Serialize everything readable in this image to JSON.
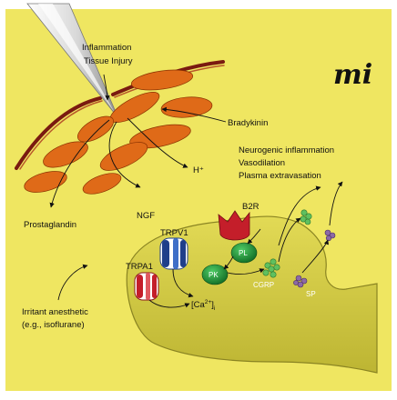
{
  "labels": {
    "inflammation": "Inflammation",
    "tissue_injury": "Tissue Injury",
    "bradykinin": "Bradykinin",
    "h_plus": "H⁺",
    "ngf": "NGF",
    "prostaglandin": "Prostaglandin",
    "neurogenic": "Neurogenic inflammation",
    "vasodilation": "Vasodilation",
    "plasma": "Plasma extravasation",
    "b2r": "B2R",
    "trpv1": "TRPV1",
    "trpa1": "TRPA1",
    "pl": "PL",
    "pk": "PK",
    "cgrp": "CGRP",
    "sp": "SP",
    "ca_base": "[Ca",
    "ca_sup": "2+",
    "ca_close": "]",
    "ca_sub": "i",
    "irritant_line1": "Irritant anesthetic",
    "irritant_line2": "(e.g., isoflurane)",
    "logo": "mi"
  },
  "colors": {
    "background": "#efe661",
    "tissue_cell": "#df6a18",
    "tissue_stroke": "#8a3200",
    "neuron": "#cec63f",
    "neuron_stroke": "#8a8422",
    "b2r_receptor": "#c41e2a",
    "kinase": "#1f8a34",
    "cgrp_granule": "#5fc05f",
    "sp_granule": "#8c6aa6",
    "trpv1_channel": "#1f3f8a",
    "trpa1_channel": "#c41e2a"
  }
}
